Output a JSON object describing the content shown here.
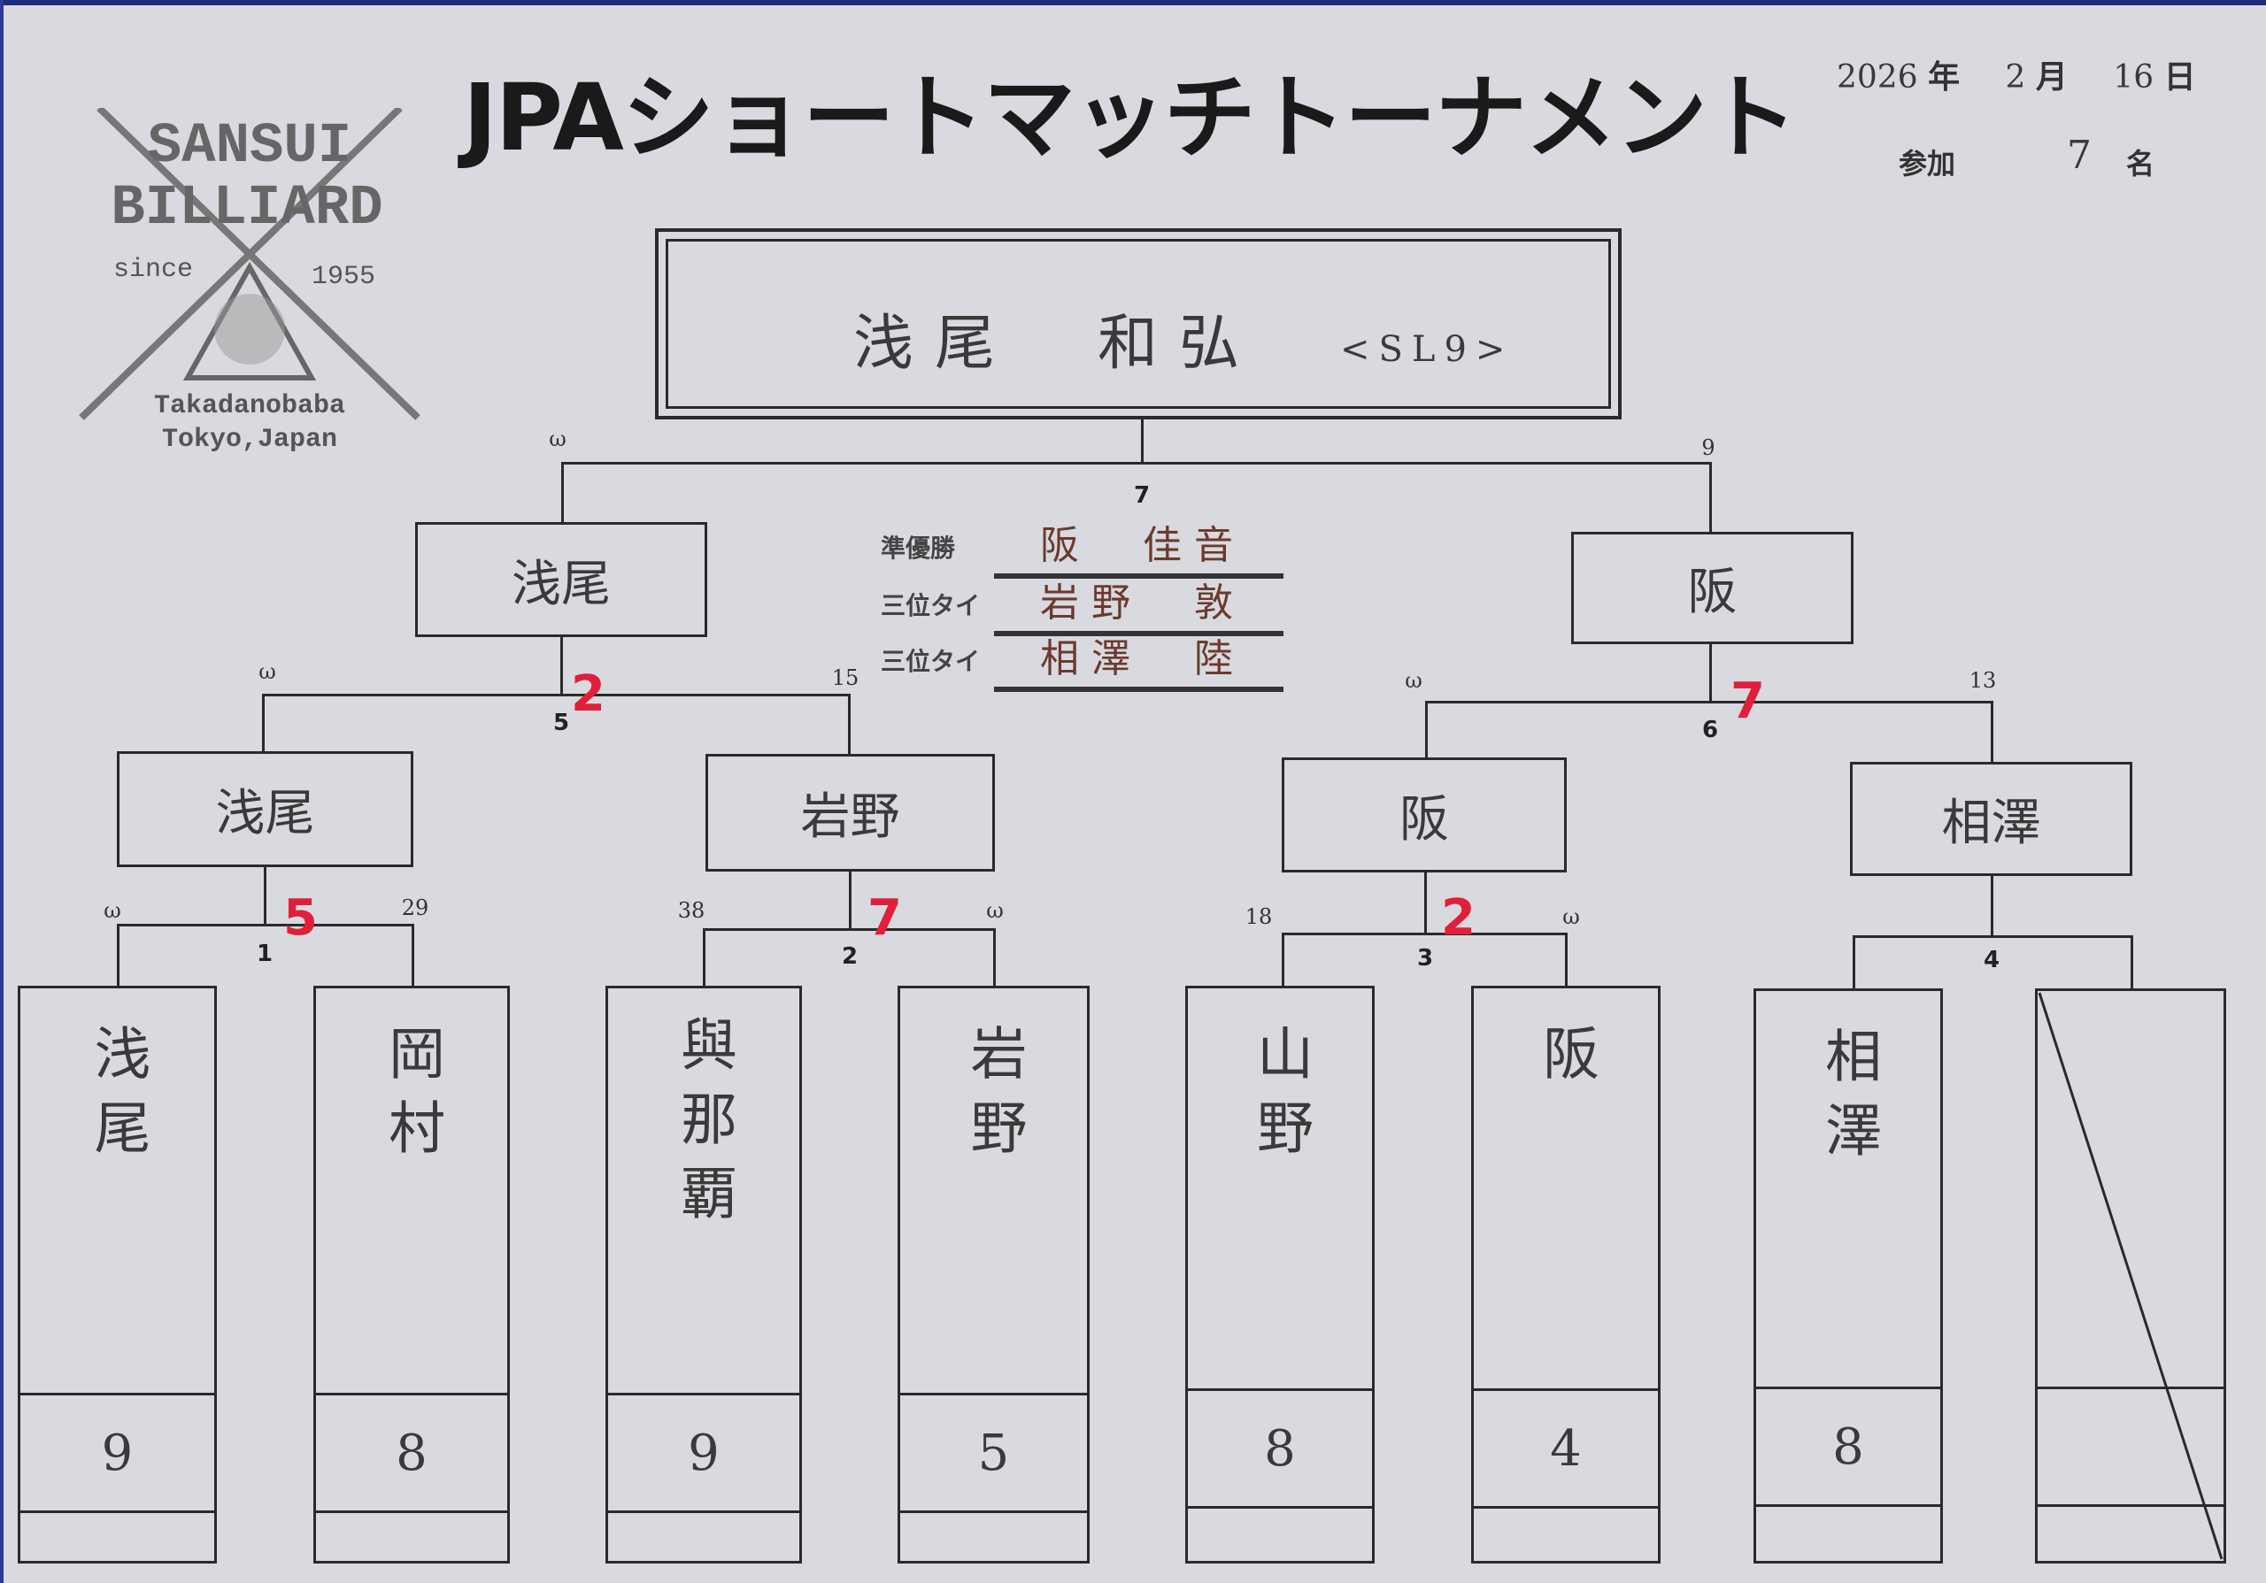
{
  "title": "JPAショートマッチトーナメント",
  "date": {
    "year": "2026",
    "year_label": "年",
    "month": "2",
    "month_label": "月",
    "day": "16",
    "day_label": "日"
  },
  "participants": {
    "label": "参加",
    "count": "7",
    "unit": "名"
  },
  "logo": {
    "line1": "SANSUI",
    "line2": "BILLIARD",
    "since": "since",
    "year": "1955",
    "place1": "Takadanobaba",
    "place2": "Tokyo,Japan"
  },
  "champion": {
    "name": "浅尾　和弘",
    "rank": "<SL9>"
  },
  "awards": [
    {
      "label": "準優勝",
      "name": "阪　佳音"
    },
    {
      "label": "三位タイ",
      "name": "岩野　敦"
    },
    {
      "label": "三位タイ",
      "name": "相澤　陸"
    }
  ],
  "final": {
    "match_no": "7",
    "left_mark": "ω",
    "right_mark": "9"
  },
  "semis": [
    {
      "winner": "浅尾",
      "match_no": "5",
      "score": "2",
      "left_mark": "ω",
      "right_mark": "15"
    },
    {
      "winner": "阪",
      "match_no": "6",
      "score": "7",
      "left_mark": "ω",
      "right_mark": "13"
    }
  ],
  "quarters": [
    {
      "winner": "浅尾",
      "match_no": "1",
      "score": "5",
      "left_mark": "ω",
      "right_mark": "29"
    },
    {
      "winner": "岩野",
      "match_no": "2",
      "score": "7",
      "left_mark": "38",
      "right_mark": "ω"
    },
    {
      "winner": "阪",
      "match_no": "3",
      "score": "2",
      "left_mark": "18",
      "right_mark": "ω"
    },
    {
      "winner": "相澤",
      "match_no": "4",
      "score": "",
      "left_mark": "",
      "right_mark": ""
    }
  ],
  "players": [
    {
      "name": "浅尾",
      "handicap": "9"
    },
    {
      "name": "岡村",
      "handicap": "8"
    },
    {
      "name": "與那覇",
      "handicap": "9"
    },
    {
      "name": "岩野",
      "handicap": "5"
    },
    {
      "name": "山野",
      "handicap": "8"
    },
    {
      "name": "阪",
      "handicap": "4"
    },
    {
      "name": "相澤",
      "handicap": "8"
    },
    {
      "name": "",
      "handicap": ""
    }
  ]
}
